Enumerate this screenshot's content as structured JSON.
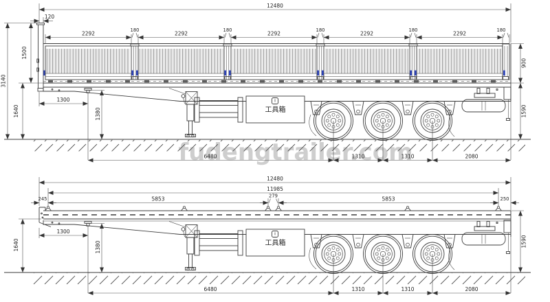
{
  "watermark": "fudengtrailer.com",
  "toolbox_label": "工具箱",
  "colors": {
    "line": "#3b3b3b",
    "lock_blue": "#2d43b8",
    "watermark_gray": "#c9c9c9"
  },
  "top_view": {
    "overall_length": "12480",
    "front_wall_thickness": "120",
    "panel_lengths": [
      "2292",
      "2292",
      "2292",
      "2292",
      "2292"
    ],
    "post_gaps": [
      "180",
      "180",
      "180",
      "180",
      "180"
    ],
    "overall_height": "3140",
    "front_wall_height": "1500",
    "front_frame_height": "1640",
    "side_wall_height": "900",
    "rear_deck_height": "1590",
    "kingpin_setback": "1300",
    "kingpin_height": "1380",
    "kingpin_to_first_axle": "6480",
    "axle_spacing_1": "1310",
    "axle_spacing_2": "1310",
    "rear_overhang": "2080"
  },
  "bottom_view": {
    "overall_length": "12480",
    "deck_length": "11985",
    "front_lock_setback": "245",
    "front_lock_spacing": "5853",
    "middle_lock_gap": "279",
    "rear_lock_spacing": "5853",
    "rear_lock_setback": "250",
    "front_frame_height": "1640",
    "kingpin_setback": "1300",
    "kingpin_height": "1380",
    "rear_deck_height": "1590",
    "kingpin_to_first_axle": "6480",
    "axle_spacing_1": "1310",
    "axle_spacing_2": "1310",
    "rear_overhang": "2080"
  }
}
